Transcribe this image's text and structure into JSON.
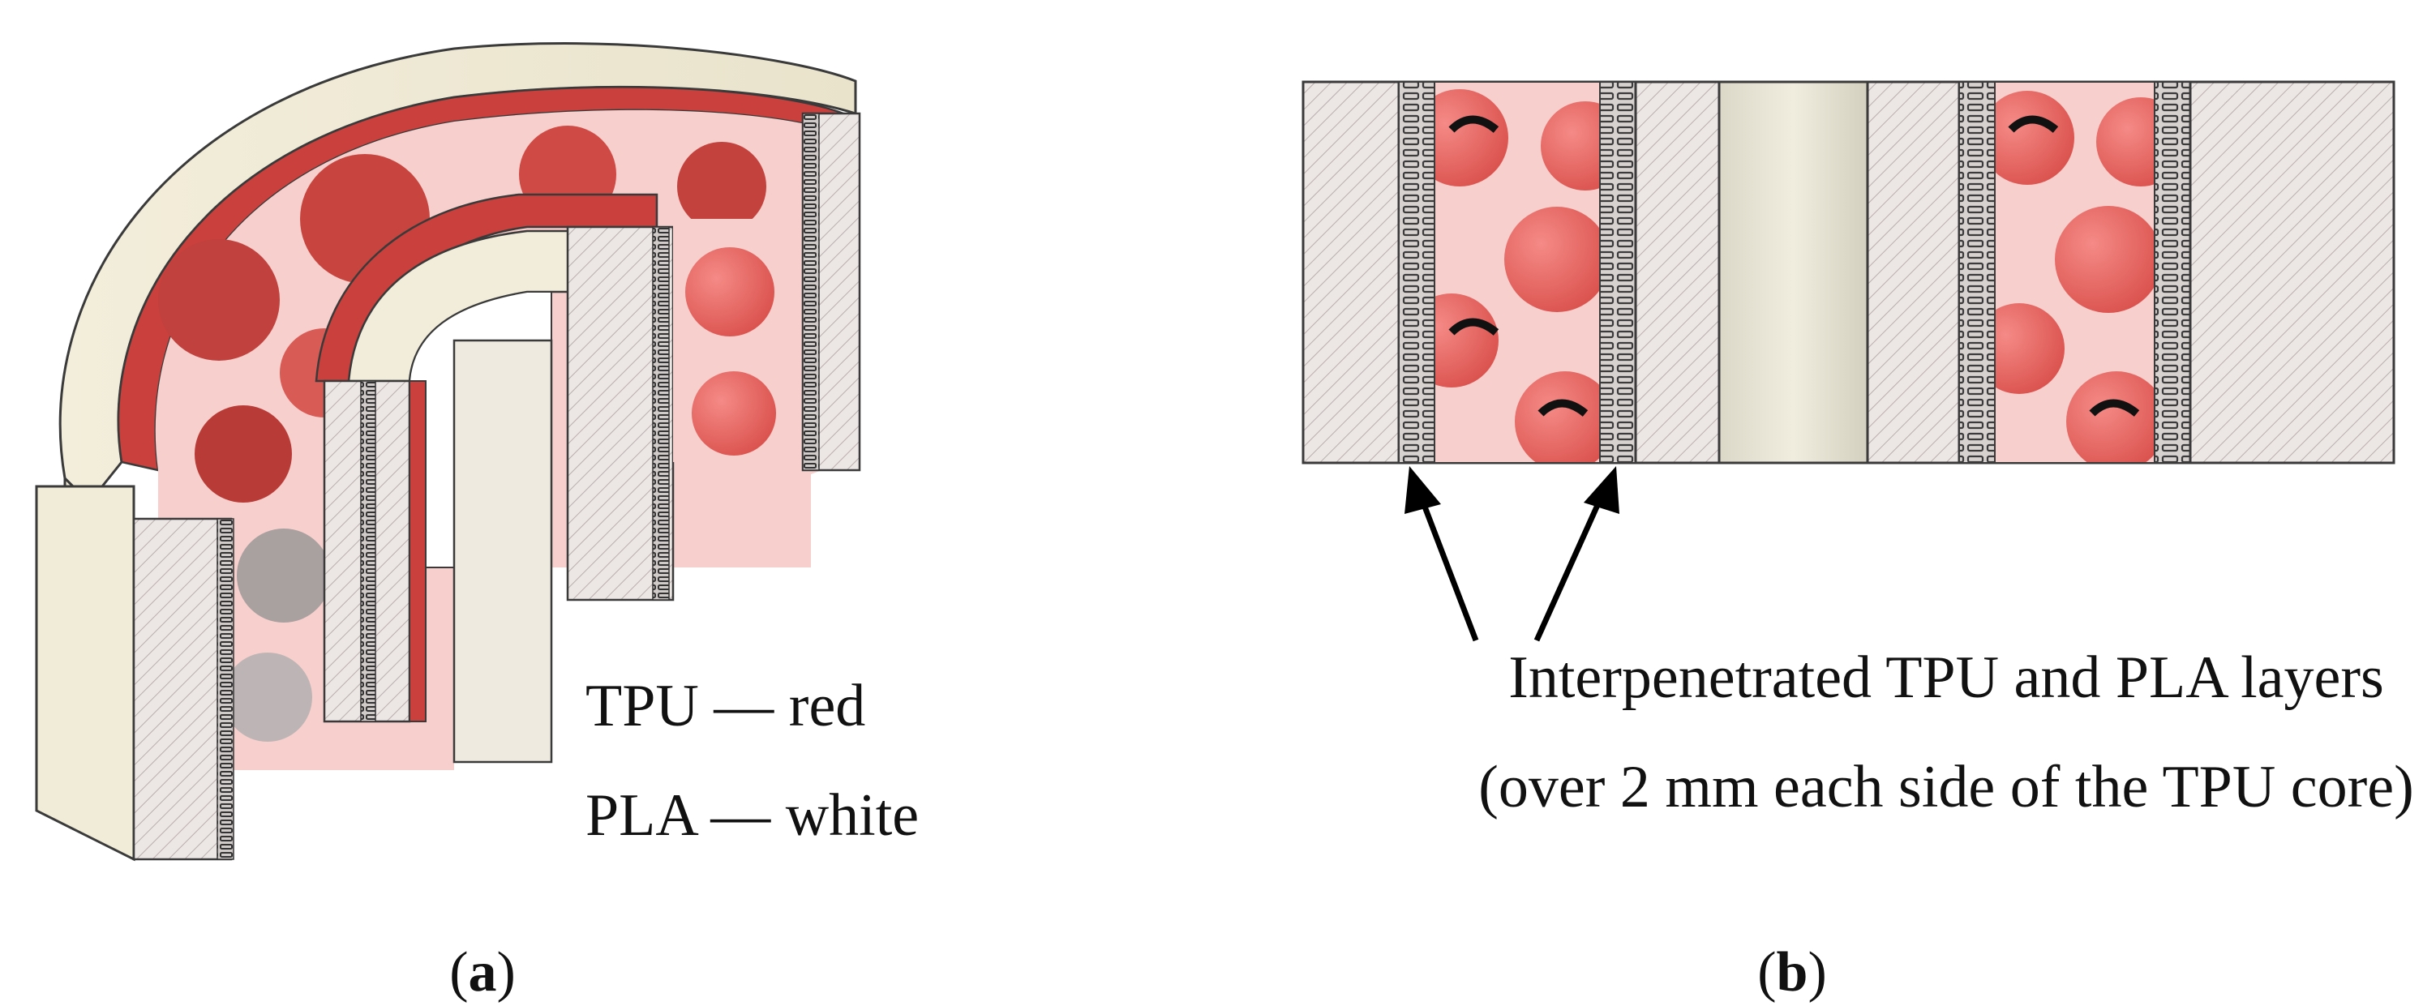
{
  "panel_a": {
    "legend_tpu": "TPU — red",
    "legend_pla": "PLA — white",
    "caption_open": "(",
    "caption_letter": "a",
    "caption_close": ")"
  },
  "panel_b": {
    "annotation_line1": "Interpenetrated TPU and PLA layers",
    "annotation_line2": "(over 2 mm each side of the TPU core)",
    "caption_open": "(",
    "caption_letter": "b",
    "caption_close": ")"
  },
  "colors": {
    "tpu_red": "#e8635f",
    "tpu_dark": "#b53a36",
    "tpu_light": "#f7cfcc",
    "pla_cream": "#f4efdc",
    "pla_gray": "#e8e1e0",
    "outline": "#3a3a3a"
  },
  "icons": {
    "arrow": "arrow-up-icon"
  }
}
